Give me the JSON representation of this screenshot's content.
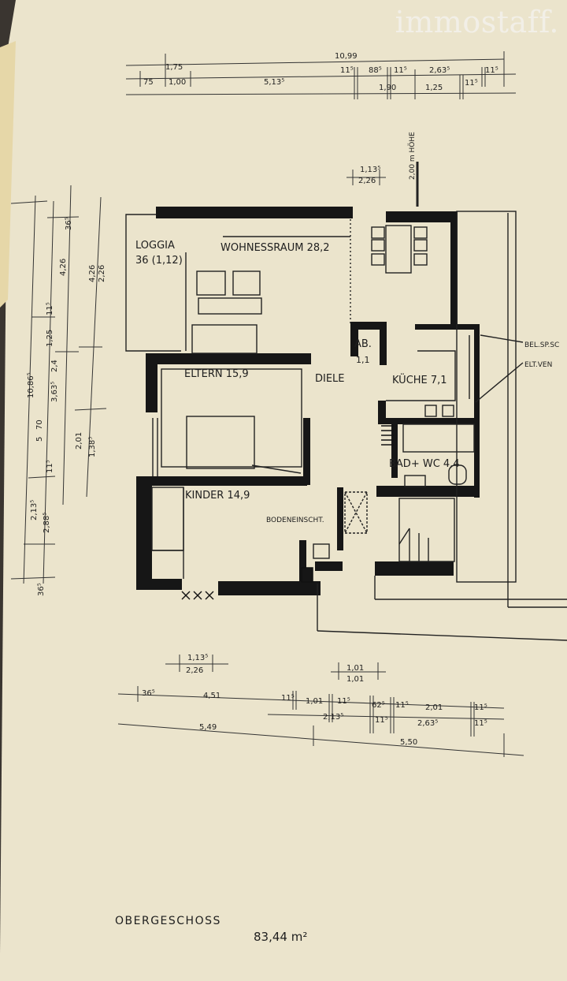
{
  "watermark": "immostaff.",
  "rooms": {
    "loggia_name": "LOGGIA",
    "loggia_area": "36 (1,12)",
    "wohn": "WOHNESSRAUM 28,2",
    "ab_name": "AB.",
    "ab_area": "1,1",
    "eltern": "ELTERN  15,9",
    "diele": "DIELE",
    "kueche": "KÜCHE 7,1",
    "bad": "BAD+ WC 4,4",
    "kinder": "KINDER  14,9",
    "boden": "BODENEINSCHT."
  },
  "labels": {
    "hoehe": "2,00 m HÖHE",
    "bel": "BEL.SP.SC",
    "elt": "ELT.VEN"
  },
  "dims_top": {
    "total": "10,99",
    "d175": "1,75",
    "d75": "75",
    "d100": "1,00",
    "d5135": "5,13⁵",
    "d115a": "11⁵",
    "d885": "88⁵",
    "d115b": "11⁵",
    "d2635": "2,63⁵",
    "d115c": "11⁵",
    "d190": "1,90",
    "d125": "1,25",
    "d115d": "11⁵",
    "win_a": "1,13⁵",
    "win_b": "2,26"
  },
  "dims_left": {
    "d365a": "36⁵",
    "d426a": "4,26",
    "d426b": "4,26",
    "d226": "2,26",
    "d1086": "10,86⁵",
    "d115": "11⁵",
    "d125": "1,25",
    "d24": "2,4",
    "d3635": "3,63⁵",
    "d70": "70",
    "d5": "5",
    "d201": "2,01",
    "d1385": "1,38⁵",
    "d115b": "11⁵",
    "d2135": "2,13⁵",
    "d2885": "2,88⁵",
    "d365b": "36⁵"
  },
  "dims_bottom": {
    "win_a": "1,13⁵",
    "win_b": "2,26",
    "d101a": "1,01",
    "d101b": "1,01",
    "d365": "36⁵",
    "d451": "4,51",
    "d115a": "11⁵",
    "d101c": "1,01",
    "d115b": "11⁵",
    "d625": "62⁵",
    "d115c": "11⁵",
    "d201": "2,01",
    "d115d": "11⁵",
    "d2135": "2,13⁵",
    "d115e": "11⁵",
    "d2635": "2,63⁵",
    "d115f": "11⁵",
    "d549": "5,49",
    "d550": "5,50"
  },
  "footer": {
    "floor": "OBERGESCHOSS",
    "area": "83,44 m²"
  }
}
